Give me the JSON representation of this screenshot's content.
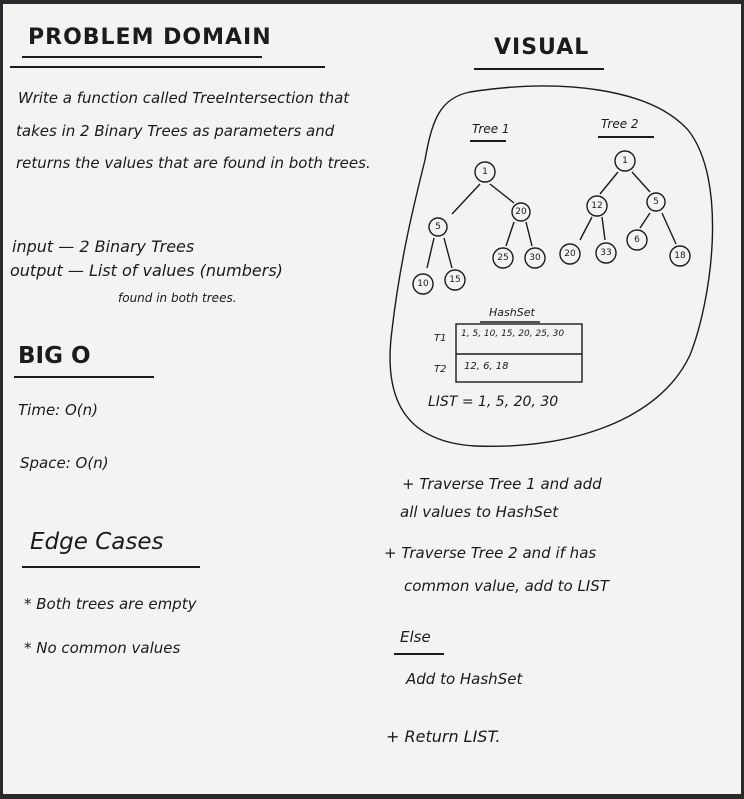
{
  "problem_domain": {
    "heading": "PROBLEM DOMAIN",
    "lines": [
      "Write a function called TreeIntersection that",
      "takes in 2 Binary Trees as parameters and",
      "returns the values that are found in both trees."
    ]
  },
  "io": {
    "input": "input — 2 Binary Trees",
    "output": "output — List of values (numbers)",
    "output_cont": "found in both trees."
  },
  "big_o": {
    "heading": "BIG O",
    "time": "Time: O(n)",
    "space": "Space: O(n)"
  },
  "edge_cases": {
    "heading": "Edge Cases",
    "items": [
      "* Both trees are empty",
      "* No common values"
    ]
  },
  "visual": {
    "heading": "VISUAL",
    "tree1_label": "Tree 1",
    "tree2_label": "Tree 2",
    "tree1_nodes": [
      "1",
      "5",
      "20",
      "10",
      "15",
      "25",
      "30"
    ],
    "tree2_nodes": [
      "1",
      "12",
      "5",
      "20",
      "33",
      "6",
      "18"
    ],
    "hashset_label": "HashSet",
    "t1_label": "T1",
    "t1_values": "1, 5, 10, 15, 20, 25, 30",
    "t2_label": "T2",
    "t2_values": "12, 6, 18",
    "list_line": "LIST = 1, 5, 20, 30"
  },
  "steps": {
    "step1_a": "+ Traverse Tree 1 and add",
    "step1_b": "all values to HashSet",
    "step2_a": "+ Traverse Tree 2 and if has",
    "step2_b": "common value, add to LIST",
    "else": "Else",
    "else_action": "Add to HashSet",
    "step3": "+ Return LIST."
  }
}
